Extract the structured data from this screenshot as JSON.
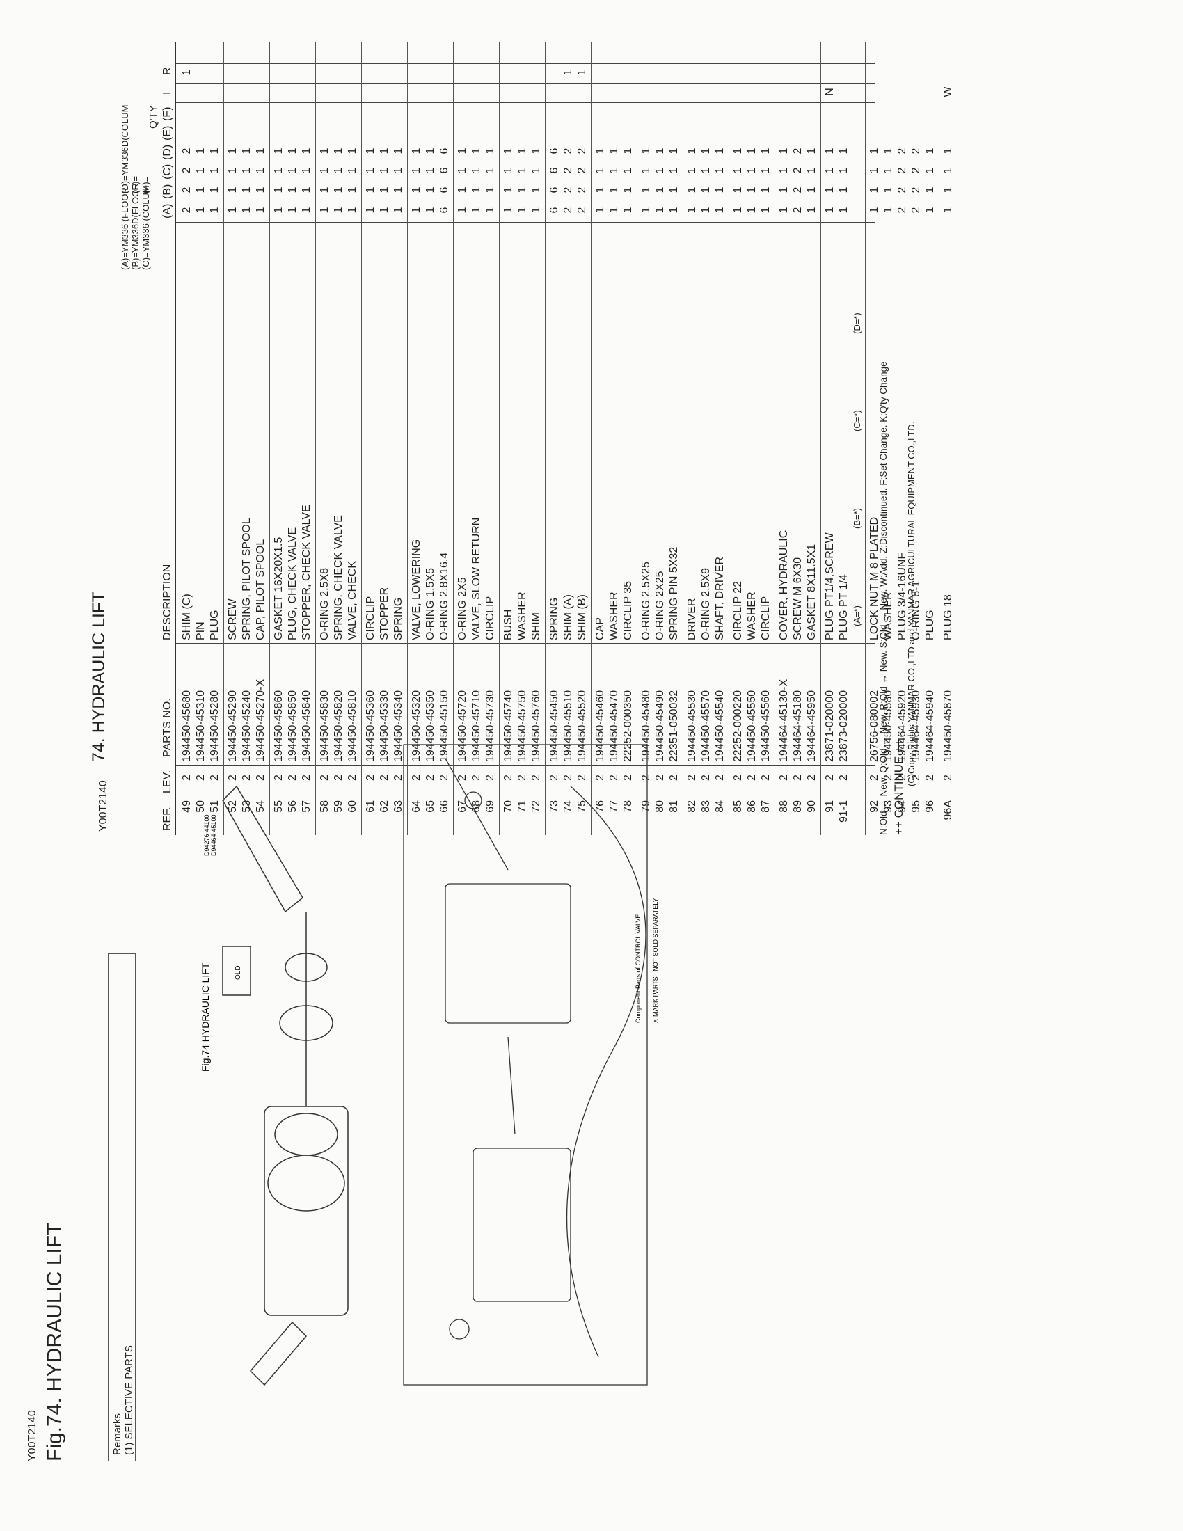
{
  "figure": {
    "code": "Y00T2140",
    "title": "Fig.74.  HYDRAULIC LIFT",
    "caption": "Fig.74  HYDRAULIC LIFT",
    "note_component": "Component Parts of CONTROL VALVE",
    "note_xmark": "X-MARK PARTS : NOT SOLD SEPARATELY",
    "old_label": "OLD",
    "serial_1": "D94276-44100",
    "serial_2": "D94464-45100"
  },
  "remarks": {
    "label": "Remarks",
    "item": "(1) SELECTIVE PARTS"
  },
  "list": {
    "code": "Y00T2140",
    "title": "74.  HYDRAULIC LIFT",
    "models": {
      "a": "(A)=YM336 (FLOOR",
      "b": "(B)=YM336D(FLOOR",
      "c": "(C)=YM336 (COLUM",
      "d": "(D)=YM336D(COLUM",
      "e": "(E)=",
      "f": "(F)="
    },
    "headers": {
      "ref": "REF.",
      "lev": "LEV.",
      "parts": "PARTS NO.",
      "desc": "DESCRIPTION",
      "qty": "Q'TY",
      "a": "(A)",
      "b": "(B)",
      "c": "(C)",
      "d": "(D)",
      "e": "(E)",
      "f": "(F)",
      "i": "I",
      "r": "R"
    },
    "rows": [
      {
        "ref": "49",
        "lev": "2",
        "part": "194450-45680",
        "desc": "SHIM (C)",
        "a": "2",
        "b": "2",
        "c": "2",
        "d": "2",
        "r": "1"
      },
      {
        "ref": "50",
        "lev": "2",
        "part": "194450-45310",
        "desc": "PIN",
        "a": "1",
        "b": "1",
        "c": "1",
        "d": "1"
      },
      {
        "ref": "51",
        "lev": "2",
        "part": "194450-45280",
        "desc": "PLUG",
        "a": "1",
        "b": "1",
        "c": "1",
        "d": "1"
      },
      {
        "ref": "52",
        "lev": "2",
        "part": "194450-45290",
        "desc": "SCREW",
        "a": "1",
        "b": "1",
        "c": "1",
        "d": "1"
      },
      {
        "ref": "53",
        "lev": "2",
        "part": "194450-45240",
        "desc": "SPRING, PILOT SPOOL",
        "a": "1",
        "b": "1",
        "c": "1",
        "d": "1"
      },
      {
        "ref": "54",
        "lev": "2",
        "part": "194450-45270-X",
        "desc": "CAP, PILOT SPOOL",
        "a": "1",
        "b": "1",
        "c": "1",
        "d": "1"
      },
      {
        "ref": "55",
        "lev": "2",
        "part": "194450-45860",
        "desc": "GASKET 16X20X1.5",
        "a": "1",
        "b": "1",
        "c": "1",
        "d": "1"
      },
      {
        "ref": "56",
        "lev": "2",
        "part": "194450-45850",
        "desc": "PLUG, CHECK VALVE",
        "a": "1",
        "b": "1",
        "c": "1",
        "d": "1"
      },
      {
        "ref": "57",
        "lev": "2",
        "part": "194450-45840",
        "desc": "STOPPER, CHECK VALVE",
        "a": "1",
        "b": "1",
        "c": "1",
        "d": "1"
      },
      {
        "ref": "58",
        "lev": "2",
        "part": "194450-45830",
        "desc": "O-RING 2.5X8",
        "a": "1",
        "b": "1",
        "c": "1",
        "d": "1"
      },
      {
        "ref": "59",
        "lev": "2",
        "part": "194450-45820",
        "desc": "SPRING, CHECK VALVE",
        "a": "1",
        "b": "1",
        "c": "1",
        "d": "1"
      },
      {
        "ref": "60",
        "lev": "2",
        "part": "194450-45810",
        "desc": "VALVE, CHECK",
        "a": "1",
        "b": "1",
        "c": "1",
        "d": "1"
      },
      {
        "ref": "61",
        "lev": "2",
        "part": "194450-45360",
        "desc": "CIRCLIP",
        "a": "1",
        "b": "1",
        "c": "1",
        "d": "1"
      },
      {
        "ref": "62",
        "lev": "2",
        "part": "194450-45330",
        "desc": "STOPPER",
        "a": "1",
        "b": "1",
        "c": "1",
        "d": "1"
      },
      {
        "ref": "63",
        "lev": "2",
        "part": "194450-45340",
        "desc": "SPRING",
        "a": "1",
        "b": "1",
        "c": "1",
        "d": "1"
      },
      {
        "ref": "64",
        "lev": "2",
        "part": "194450-45320",
        "desc": "VALVE, LOWERING",
        "a": "1",
        "b": "1",
        "c": "1",
        "d": "1"
      },
      {
        "ref": "65",
        "lev": "2",
        "part": "194450-45350",
        "desc": "O-RING 1.5X5",
        "a": "1",
        "b": "1",
        "c": "1",
        "d": "1"
      },
      {
        "ref": "66",
        "lev": "2",
        "part": "194450-45150",
        "desc": "O-RING 2.8X16.4",
        "a": "6",
        "b": "6",
        "c": "6",
        "d": "6"
      },
      {
        "ref": "67",
        "lev": "2",
        "part": "194450-45720",
        "desc": "O-RING 2X5",
        "a": "1",
        "b": "1",
        "c": "1",
        "d": "1"
      },
      {
        "ref": "68",
        "lev": "2",
        "part": "194450-45710",
        "desc": "VALVE, SLOW RETURN",
        "a": "1",
        "b": "1",
        "c": "1",
        "d": "1"
      },
      {
        "ref": "69",
        "lev": "2",
        "part": "194450-45730",
        "desc": "CIRCLIP",
        "a": "1",
        "b": "1",
        "c": "1",
        "d": "1"
      },
      {
        "ref": "70",
        "lev": "2",
        "part": "194450-45740",
        "desc": "BUSH",
        "a": "1",
        "b": "1",
        "c": "1",
        "d": "1"
      },
      {
        "ref": "71",
        "lev": "2",
        "part": "194450-45750",
        "desc": "WASHER",
        "a": "1",
        "b": "1",
        "c": "1",
        "d": "1"
      },
      {
        "ref": "72",
        "lev": "2",
        "part": "194450-45760",
        "desc": "SHIM",
        "a": "1",
        "b": "1",
        "c": "1",
        "d": "1"
      },
      {
        "ref": "73",
        "lev": "2",
        "part": "194450-45450",
        "desc": "SPRING",
        "a": "6",
        "b": "6",
        "c": "6",
        "d": "6"
      },
      {
        "ref": "74",
        "lev": "2",
        "part": "194450-45510",
        "desc": "SHIM (A)",
        "a": "2",
        "b": "2",
        "c": "2",
        "d": "2",
        "r": "1"
      },
      {
        "ref": "75",
        "lev": "2",
        "part": "194450-45520",
        "desc": "SHIM (B)",
        "a": "2",
        "b": "2",
        "c": "2",
        "d": "2",
        "r": "1"
      },
      {
        "ref": "76",
        "lev": "2",
        "part": "194450-45460",
        "desc": "CAP",
        "a": "1",
        "b": "1",
        "c": "1",
        "d": "1"
      },
      {
        "ref": "77",
        "lev": "2",
        "part": "194450-45470",
        "desc": "WASHER",
        "a": "1",
        "b": "1",
        "c": "1",
        "d": "1"
      },
      {
        "ref": "78",
        "lev": "2",
        "part": "22252-000350",
        "desc": "CIRCLIP  35",
        "a": "1",
        "b": "1",
        "c": "1",
        "d": "1"
      },
      {
        "ref": "79",
        "lev": "2",
        "part": "194450-45480",
        "desc": "O-RING 2.5X25",
        "a": "1",
        "b": "1",
        "c": "1",
        "d": "1"
      },
      {
        "ref": "80",
        "lev": "2",
        "part": "194450-45490",
        "desc": "O-RING 2X25",
        "a": "1",
        "b": "1",
        "c": "1",
        "d": "1"
      },
      {
        "ref": "81",
        "lev": "2",
        "part": "22351-050032",
        "desc": "SPRING PIN 5X32",
        "a": "1",
        "b": "1",
        "c": "1",
        "d": "1"
      },
      {
        "ref": "82",
        "lev": "2",
        "part": "194450-45530",
        "desc": "DRIVER",
        "a": "1",
        "b": "1",
        "c": "1",
        "d": "1"
      },
      {
        "ref": "83",
        "lev": "2",
        "part": "194450-45570",
        "desc": "O-RING 2.5X9",
        "a": "1",
        "b": "1",
        "c": "1",
        "d": "1"
      },
      {
        "ref": "84",
        "lev": "2",
        "part": "194450-45540",
        "desc": "SHAFT, DRIVER",
        "a": "1",
        "b": "1",
        "c": "1",
        "d": "1"
      },
      {
        "ref": "85",
        "lev": "2",
        "part": "22252-000220",
        "desc": "CIRCLIP  22",
        "a": "1",
        "b": "1",
        "c": "1",
        "d": "1"
      },
      {
        "ref": "86",
        "lev": "2",
        "part": "194450-45550",
        "desc": "WASHER",
        "a": "1",
        "b": "1",
        "c": "1",
        "d": "1"
      },
      {
        "ref": "87",
        "lev": "2",
        "part": "194450-45560",
        "desc": "CIRCLIP",
        "a": "1",
        "b": "1",
        "c": "1",
        "d": "1"
      },
      {
        "ref": "88",
        "lev": "2",
        "part": "194464-45130-X",
        "desc": "COVER, HYDRAULIC",
        "a": "1",
        "b": "1",
        "c": "1",
        "d": "1"
      },
      {
        "ref": "89",
        "lev": "2",
        "part": "194464-45180",
        "desc": "SCREW M 6X30",
        "a": "2",
        "b": "2",
        "c": "2",
        "d": "2"
      },
      {
        "ref": "90",
        "lev": "2",
        "part": "194464-45950",
        "desc": "GASKET 8X11.5X1",
        "a": "1",
        "b": "1",
        "c": "1",
        "d": "1"
      },
      {
        "ref": "91",
        "lev": "2",
        "part": "23871-020000",
        "desc": "PLUG PT1/4,SCREW",
        "a": "1",
        "b": "1",
        "c": "1",
        "d": "1",
        "i": "N"
      },
      {
        "ref": "91-1",
        "lev": "2",
        "part": "23873-020000",
        "desc": "PLUG PT 1/4",
        "a": "1",
        "b": "1",
        "c": "1",
        "d": "1"
      },
      {
        "ref": "92",
        "lev": "2",
        "part": "26756-080002",
        "desc": "LOCK NUT M 8 PLATED",
        "a": "1",
        "b": "1",
        "c": "1",
        "d": "1"
      },
      {
        "ref": "93",
        "lev": "2",
        "part": "194450-45580",
        "desc": "WASHER",
        "a": "1",
        "b": "1",
        "c": "1",
        "d": "1"
      },
      {
        "ref": "94",
        "lev": "2",
        "part": "194464-45920",
        "desc": "PLUG 3/4-16UNF",
        "a": "2",
        "b": "2",
        "c": "2",
        "d": "2"
      },
      {
        "ref": "95",
        "lev": "2",
        "part": "194464-45930",
        "desc": "O-RING 8-1",
        "a": "2",
        "b": "2",
        "c": "2",
        "d": "2"
      },
      {
        "ref": "96",
        "lev": "2",
        "part": "194464-45940",
        "desc": "PLUG",
        "a": "1",
        "b": "1",
        "c": "1",
        "d": "1"
      },
      {
        "ref": "96A",
        "lev": "2",
        "part": "194450-45870",
        "desc": "PLUG 18",
        "a": "1",
        "b": "1",
        "c": "1",
        "d": "1",
        "i": "W"
      }
    ],
    "subnote": {
      "a": "(A=*)",
      "b": "(B=*)",
      "c": "(C=*)",
      "d": "(D=*)"
    },
    "footer": "N:Old ↔ New.  Q:Old ↔ New.  R:Old ↔ New.  S:Old ↔ New.  W:Add.  Z:Discontinued.  F:Set Change.  K:Q'ty Change",
    "copyright": "(C)Copy Rights  YANMAR CO.,LTD and YANMAR AGRICULTURAL EQUIPMENT CO.,LTD.",
    "continue": "++ CONTINUE ++"
  }
}
